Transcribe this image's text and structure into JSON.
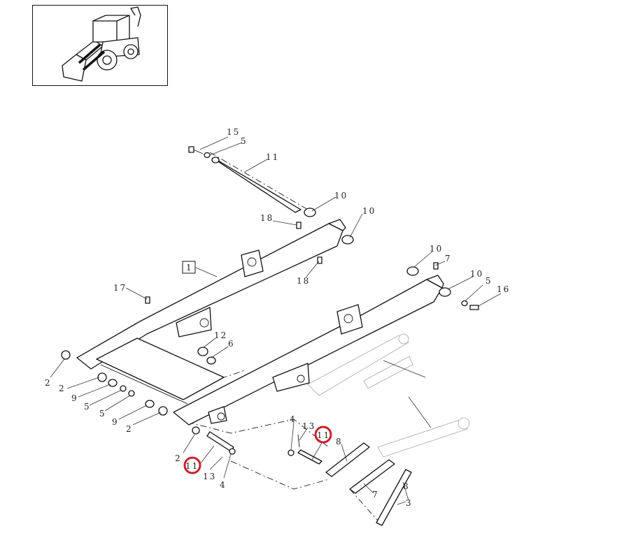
{
  "highlight_color": "#cc1f2a",
  "thumbnail": {
    "icon": "backhoe-loader-icon"
  },
  "callouts": {
    "c15": "15",
    "c5_top": "5",
    "c11_top": "11",
    "c10_a": "10",
    "c10_b": "10",
    "c18_a": "18",
    "c18_b": "18",
    "c1": "1",
    "c17": "17",
    "c10_c": "10",
    "c7_r": "7",
    "c10_d": "10",
    "c5_r": "5",
    "c16": "16",
    "c12": "12",
    "c6": "6",
    "c2_a": "2",
    "c2_b": "2",
    "c9_a": "9",
    "c5_a": "5",
    "c5_b": "5",
    "c9_b": "9",
    "c2_c": "2",
    "c2_d": "2",
    "c11_hl_left": "11",
    "c13_a": "13",
    "c4_a": "4",
    "c4_b": "4",
    "c13_b": "13",
    "c11_hl_right": "11",
    "c8_a": "8",
    "c8_b": "8",
    "c7_b": "7",
    "c3": "3"
  }
}
